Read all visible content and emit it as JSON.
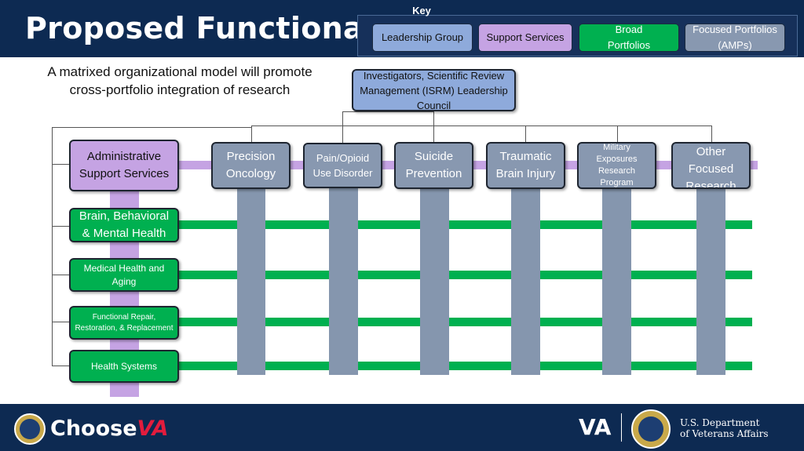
{
  "title": "Proposed Functional Matrix",
  "subtitle": "A matrixed organizational model will promote cross-portfolio integration of research",
  "key": {
    "label": "Key",
    "items": [
      {
        "text": "Leadership Group",
        "color": "#8eaadb"
      },
      {
        "text": "Support Services",
        "color": "#c5a3e3"
      },
      {
        "text": "Broad Portfolios",
        "color": "#00b050"
      },
      {
        "text": "Focused Portfolios (AMPs)",
        "color": "#8898b0"
      }
    ]
  },
  "leadership": "Investigators, Scientific Review Management (ISRM) Leadership Council",
  "support": "Administrative Support Services",
  "amps": [
    "Precision Oncology",
    "Pain/Opioid Use Disorder",
    "Suicide Prevention",
    "Traumatic Brain Injury",
    "Military Exposures Research Program",
    "Other Focused Research"
  ],
  "broad_portfolios": [
    "Brain, Behavioral & Mental Health",
    "Medical Health and Aging",
    "Functional Repair, Restoration, & Replacement",
    "Health Systems"
  ],
  "footer": {
    "choose": "Choose",
    "va_mark": "VA",
    "va_logo": "VA",
    "dept_line1": "U.S. Department",
    "dept_line2": "of Veterans Affairs"
  },
  "colors": {
    "header_bg": "#0d2a52",
    "leadership": "#8eaadb",
    "support": "#c5a3e3",
    "broad": "#00b050",
    "focused": "#8898b0",
    "va_red": "#e31c3d"
  }
}
